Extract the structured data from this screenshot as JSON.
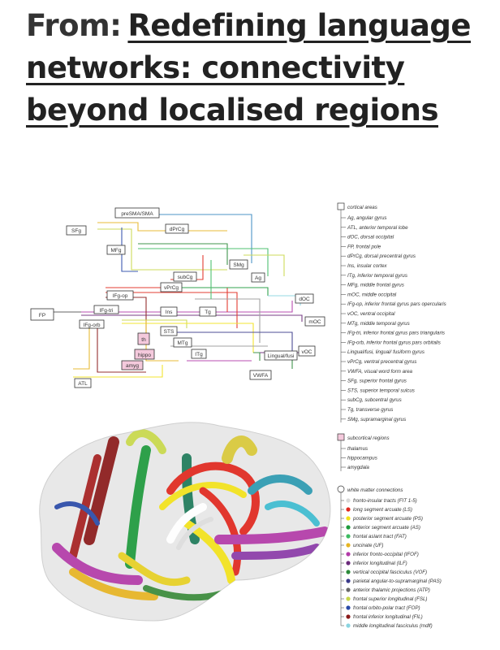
{
  "header": {
    "prefix": "From:",
    "title": "Redefining language networks: connectivity beyond localised regions"
  },
  "diagram": {
    "nodes": [
      {
        "id": "preSMA",
        "label": "preSMA/SMA"
      },
      {
        "id": "SFg",
        "label": "SFg"
      },
      {
        "id": "dPrCg",
        "label": "dPrCg"
      },
      {
        "id": "MFg",
        "label": "MFg"
      },
      {
        "id": "SMg",
        "label": "SMg"
      },
      {
        "id": "subCg",
        "label": "subCg"
      },
      {
        "id": "Ag",
        "label": "Ag"
      },
      {
        "id": "vPrCg",
        "label": "vPrCg"
      },
      {
        "id": "IFgop",
        "label": "IFg-op"
      },
      {
        "id": "IFgtri",
        "label": "IFg-tri"
      },
      {
        "id": "Ins",
        "label": "Ins"
      },
      {
        "id": "Tg",
        "label": "Tg"
      },
      {
        "id": "dOC",
        "label": "dOC"
      },
      {
        "id": "FP",
        "label": "FP"
      },
      {
        "id": "IFgorb",
        "label": "IFg-orb"
      },
      {
        "id": "mOC",
        "label": "mOC"
      },
      {
        "id": "STS",
        "label": "STS"
      },
      {
        "id": "th",
        "label": "th"
      },
      {
        "id": "MTg",
        "label": "MTg"
      },
      {
        "id": "ITg",
        "label": "ITg"
      },
      {
        "id": "Lingual",
        "label": "Lingual/fusi"
      },
      {
        "id": "vOC",
        "label": "vOC"
      },
      {
        "id": "hippo",
        "label": "hippo"
      },
      {
        "id": "amyg",
        "label": "amyg"
      },
      {
        "id": "ATL",
        "label": "ATL"
      },
      {
        "id": "VWFA",
        "label": "VWFA"
      }
    ]
  },
  "legend": {
    "cortical_title": "cortical areas",
    "cortical_items": [
      "Ag, angular gyrus",
      "ATL, anterior temporal lobe",
      "dOC, dorsal occipital",
      "FP, frontal pole",
      "dPrCg, dorsal precentral gyrus",
      "Ins, insular cortex",
      "ITg, inferior temporal gyrus",
      "MFg, middle frontal gyrus",
      "mOC, middle occipital",
      "IFg-op, inferior frontal gyrus pars opercularis",
      "vOC, ventral occipital",
      "MTg, middle temporal gyrus",
      "IFg-tri, inferior frontal gyrus pars triangularis",
      "IFg-orb, inferior frontal gyrus pars orbitalis",
      "Lingual/fusi, lingual/ fusiform gyrus",
      "vPrCg, ventral precentral gyrus",
      "VWFA, visual word form area",
      "SFg, superior frontal gyrus",
      "STS, superior temporal sulcus",
      "subCg, subcentral gyrus",
      "Tg, transverse gyrus",
      "SMg, supramarginal gyrus"
    ],
    "subcortical_title": "subcortical regions",
    "subcortical_items": [
      "thalamus",
      "hippocampus",
      "amygdala"
    ],
    "wm_title": "white matter connections",
    "wm_items": [
      {
        "label": "fronto-insular tracts (FIT 1-5)",
        "color": "#d9d9d9"
      },
      {
        "label": "long segment arcuate (LS)",
        "color": "#e0281e"
      },
      {
        "label": "posterior segment arcuate (PS)",
        "color": "#f2e21a"
      },
      {
        "label": "anterior segment arcuate (AS)",
        "color": "#1e9a3c"
      },
      {
        "label": "frontal aslant tract (FAT)",
        "color": "#3dbb62"
      },
      {
        "label": "uncinate (UF)",
        "color": "#e6b422"
      },
      {
        "label": "inferior fronto-occipital (IFOF)",
        "color": "#b23aa8"
      },
      {
        "label": "inferior longitudinal (ILF)",
        "color": "#6a2a7a"
      },
      {
        "label": "vertical occipital fasciculus (VOF)",
        "color": "#2c8a3a"
      },
      {
        "label": "parietal angular-to-supramarginal (PAS)",
        "color": "#3a3a8a"
      },
      {
        "label": "anterior thalamic projections (ATP)",
        "color": "#6a6a6a"
      },
      {
        "label": "frontal superior longitudinal (FSL)",
        "color": "#c8d84a"
      },
      {
        "label": "frontal orbito-polar tract (FOP)",
        "color": "#2a4aa8"
      },
      {
        "label": "frontal inferior longitudinal (FIL)",
        "color": "#8a1a1a"
      },
      {
        "label": "middle longitudinal fasciculus (mdlf)",
        "color": "#8ad4e0"
      }
    ]
  }
}
